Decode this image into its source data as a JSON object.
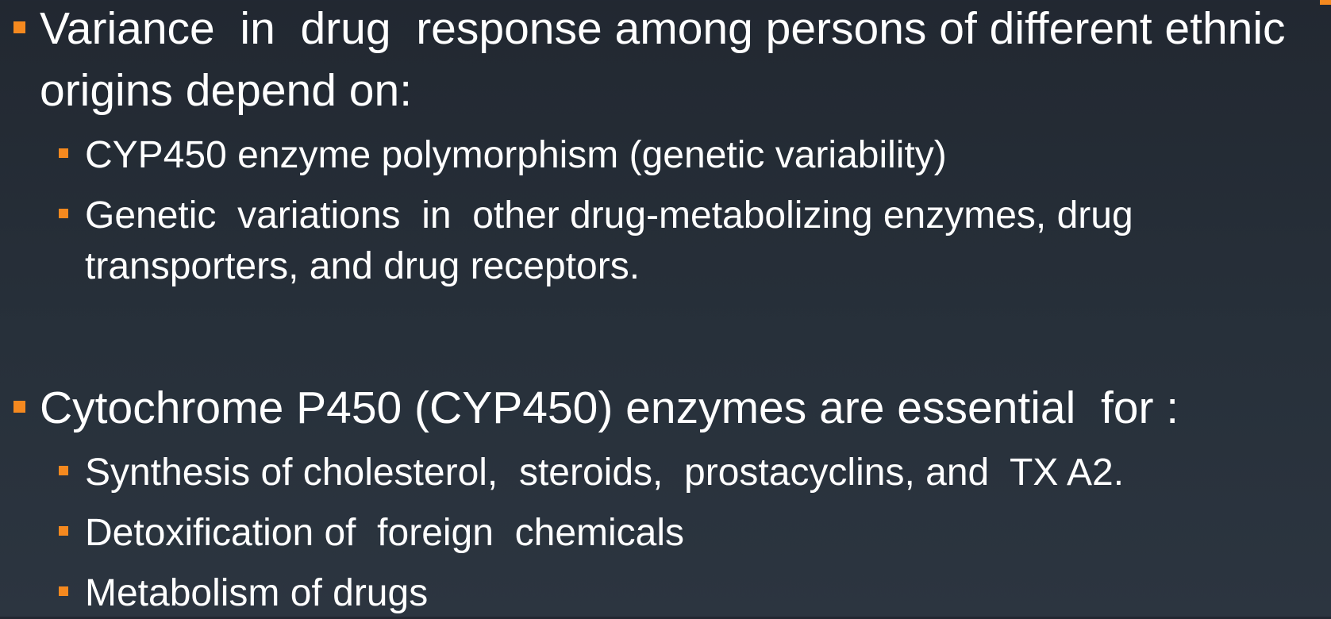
{
  "slide": {
    "section1": {
      "heading": "Variance  in  drug  response among persons of different ethnic origins depend on:",
      "items": [
        "CYP450 enzyme polymorphism (genetic variability)",
        "Genetic  variations  in  other drug-metabolizing enzymes, drug transporters, and drug receptors."
      ]
    },
    "section2": {
      "heading": "Cytochrome P450 (CYP450) enzymes are essential  for :",
      "items": [
        "Synthesis of cholesterol,  steroids,  prostacyclins, and  TX A2.",
        "Detoxification of  foreign  chemicals",
        "Metabolism of drugs"
      ]
    }
  },
  "colors": {
    "background": "#252c35",
    "bullet": "#f5891f",
    "text": "#ffffff"
  }
}
